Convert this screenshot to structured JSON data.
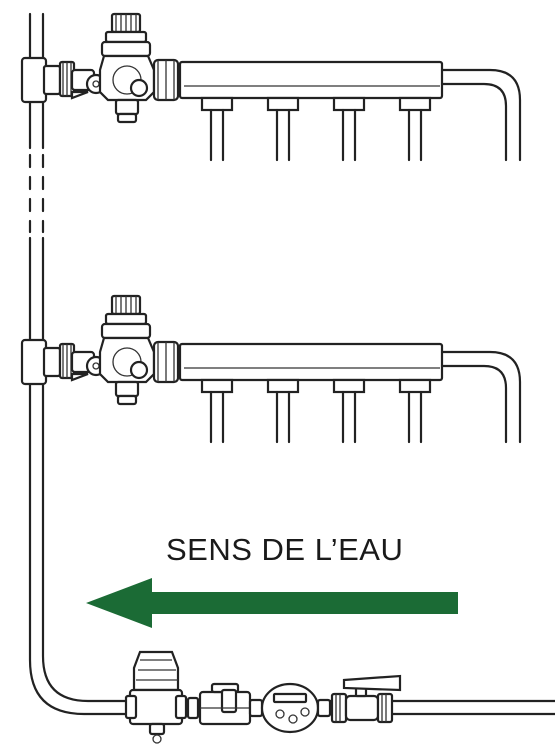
{
  "flow_label": "SENS DE L’EAU",
  "colors": {
    "arrow": "#1b6b35",
    "line": "#222222",
    "background": "#ffffff"
  },
  "collectors": [
    {
      "outlets": 4,
      "role": "upper-floor-manifold"
    },
    {
      "outlets": 4,
      "role": "lower-floor-manifold"
    }
  ],
  "supply_line_components": [
    "pressure-reducer-icon",
    "filter-icon",
    "water-meter-icon",
    "ball-valve-icon"
  ]
}
